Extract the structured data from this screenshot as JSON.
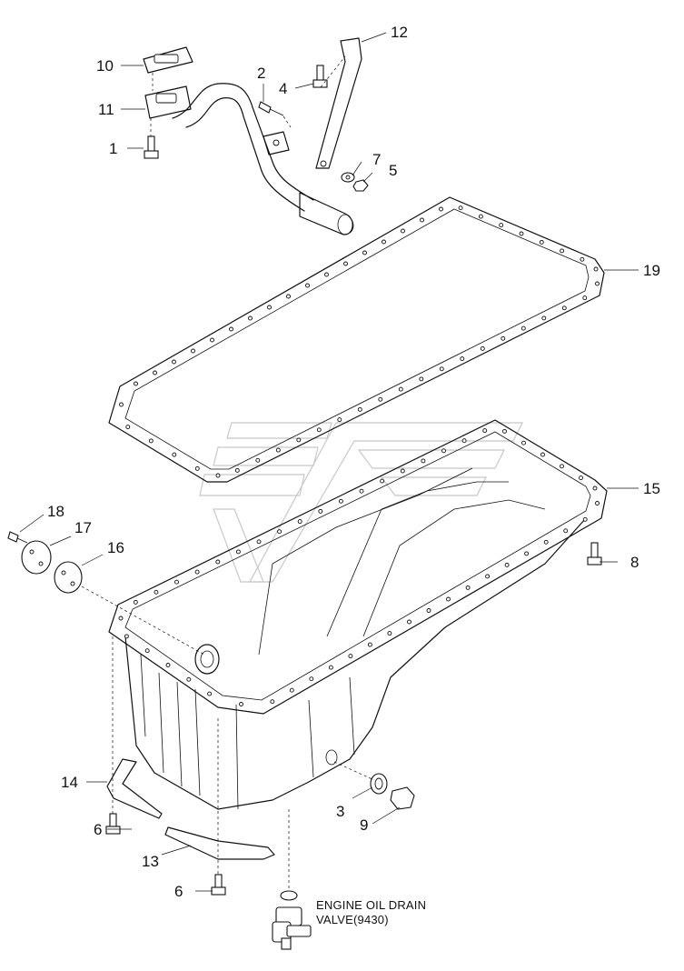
{
  "callouts": {
    "c1": "1",
    "c2": "2",
    "c3": "3",
    "c4": "4",
    "c5": "5",
    "c6a": "6",
    "c6b": "6",
    "c7": "7",
    "c8": "8",
    "c9": "9",
    "c10": "10",
    "c11": "11",
    "c12": "12",
    "c13": "13",
    "c14": "14",
    "c15": "15",
    "c16": "16",
    "c17": "17",
    "c18": "18",
    "c19": "19"
  },
  "note": {
    "line1": "ENGINE OIL DRAIN",
    "line2": "VALVE(9430)"
  }
}
